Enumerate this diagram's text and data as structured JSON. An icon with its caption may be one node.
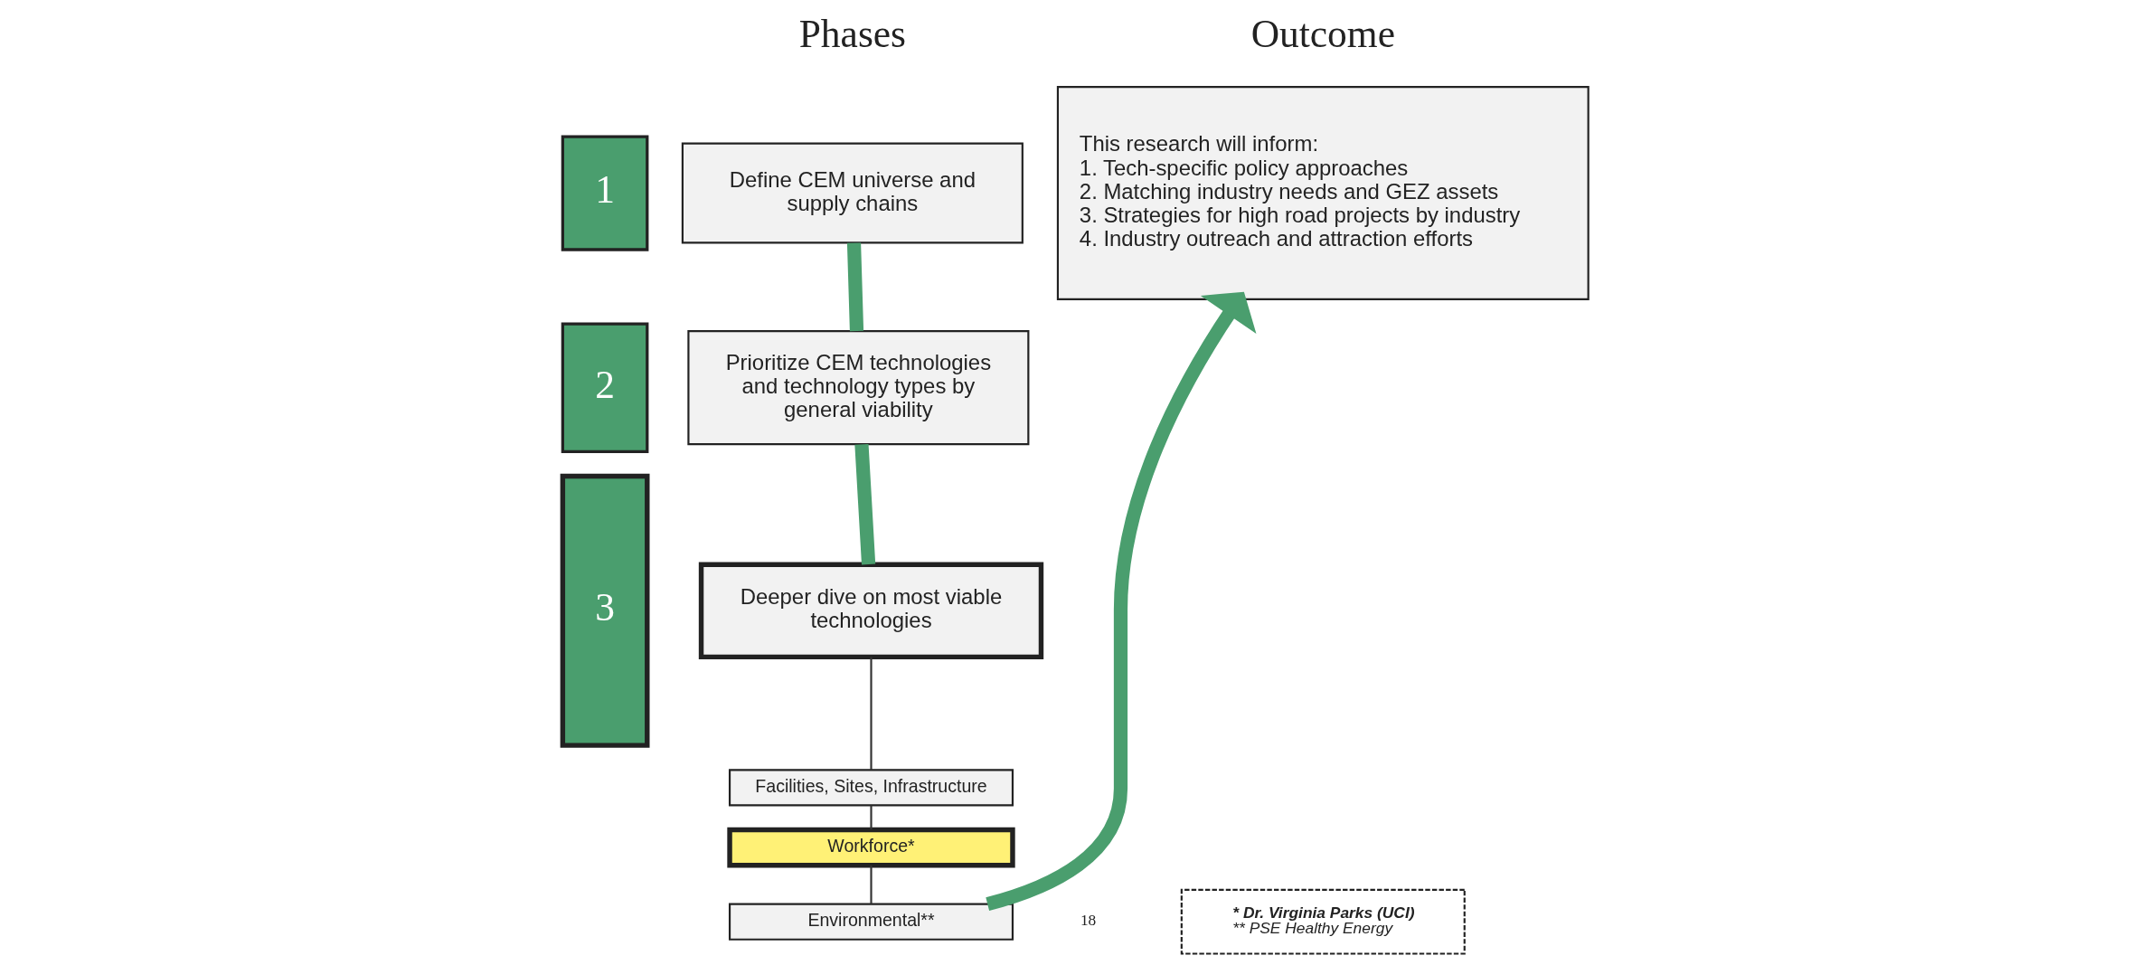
{
  "diagram": {
    "nodes": [
      {
        "text": [
          "1"
        ]
      },
      {
        "text": [
          "Define CEM universe and supply chains"
        ]
      },
      {
        "text": [
          "2"
        ]
      },
      {
        "text": [
          "Prioritize CEM technologies and technology types by general viability"
        ]
      },
      {
        "text": [
          "3"
        ]
      },
      {
        "text": [
          "Deeper dive on most viable technologies"
        ]
      },
      {
        "text": [
          "Facilities, Sites, Infrastructure"
        ]
      },
      {
        "text": [
          "Workforce*"
        ]
      },
      {
        "text": [
          "Environmental**"
        ]
      },
      {
        "text": [
          "This research will inform:",
          "1. Tech-specific policy approaches",
          "2. Matching industry needs and GEZ assets",
          "3. Strategies for high road projects by industry",
          "4. Industry outreach and attraction efforts"
        ]
      },
      {
        "text": [
          "* Dr. Virginia Parks (UCI)",
          "** PSE Healthy Energy"
        ]
      }
    ],
    "edges": [
      {
        "from": 1,
        "to": 3,
        "arrow": "none",
        "style": "thick"
      },
      {
        "from": 3,
        "to": 5,
        "arrow": "none",
        "style": "thick"
      },
      {
        "from": 5,
        "to": 6,
        "arrow": "none",
        "color": "#333333"
      },
      {
        "from": 6,
        "to": 7,
        "arrow": "none",
        "color": "#333333"
      },
      {
        "from": 7,
        "to": 8,
        "arrow": "none",
        "color": "#333333"
      },
      {
        "from": 8,
        "to": 9,
        "arrow": "to",
        "style": "thick"
      }
    ],
    "labels": [
      "Phases",
      "Outcome",
      "18"
    ]
  }
}
